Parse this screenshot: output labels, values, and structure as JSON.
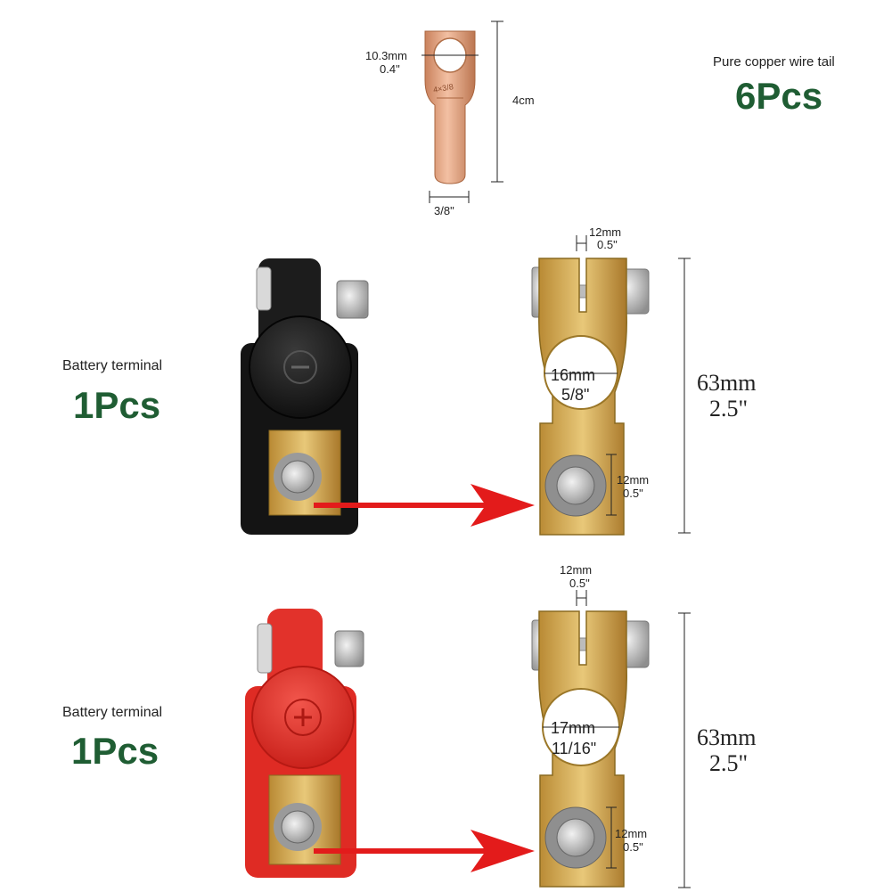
{
  "lug": {
    "hole_mm": "10.3mm",
    "hole_in": "0.4\"",
    "length": "4cm",
    "neck": "3/8\"",
    "stamp": "4×3/8"
  },
  "header": {
    "caption": "Pure copper wire tail",
    "qty": "6Pcs"
  },
  "black_terminal": {
    "caption": "Battery terminal",
    "qty": "1Pcs",
    "symbol": "minus",
    "gap_mm": "12mm",
    "gap_in": "0.5\"",
    "bore_mm": "16mm",
    "bore_in": "5/8\"",
    "height_mm": "63mm",
    "height_in": "2.5\"",
    "bolt_mm": "12mm",
    "bolt_in": "0.5\""
  },
  "red_terminal": {
    "caption": "Battery terminal",
    "qty": "1Pcs",
    "symbol": "plus",
    "gap_mm": "12mm",
    "gap_in": "0.5\"",
    "bore_mm": "17mm",
    "bore_in": "11/16\"",
    "height_mm": "63mm",
    "height_in": "2.5\"",
    "bolt_mm": "12mm",
    "bolt_in": "0.5\""
  },
  "colors": {
    "accent_green": "#1f5d33",
    "arrow_red": "#e31b1b",
    "brass": "#c9a04a",
    "copper": "#d99670",
    "cover_black": "#1c1c1c",
    "cover_red": "#e2322b"
  }
}
